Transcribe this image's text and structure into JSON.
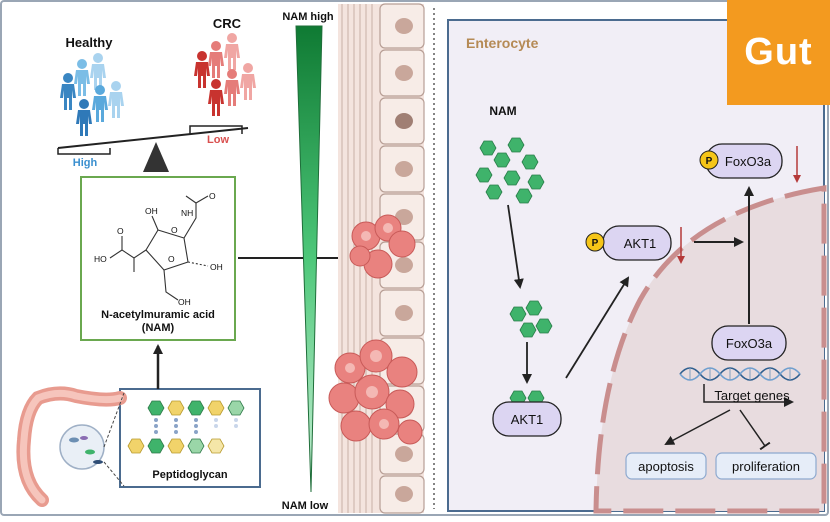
{
  "groups": {
    "healthy": "Healthy",
    "crc": "CRC",
    "high": "High",
    "low": "Low"
  },
  "molecule": {
    "name": "N-acetylmuramic acid",
    "abbr": "(NAM)",
    "atoms": {
      "oh1": "OH",
      "oh2": "OH",
      "oh3": "OH",
      "o1": "O",
      "o2": "O",
      "ho": "HO",
      "nh": "NH",
      "o3": "O",
      "o4": "O"
    }
  },
  "peptidoglycan": {
    "label": "Peptidoglycan"
  },
  "gradient": {
    "top": "NAM high",
    "bottom": "NAM low"
  },
  "cell": {
    "title": "Enterocyte",
    "nam": "NAM",
    "akt1": "AKT1",
    "akt1_p": "AKT1",
    "foxo3a_p": "FoxO3a",
    "foxo3a": "FoxO3a",
    "phospho": "P",
    "target_genes": "Target genes",
    "apoptosis": "apoptosis",
    "proliferation": "proliferation"
  },
  "badge": {
    "label": "Gut"
  },
  "colors": {
    "healthy_people": "#4fa3d6",
    "crc_people": "#d9504f",
    "nam_hex": "#3fb36b",
    "protein_fill": "#dcd5f2",
    "phospho": "#f5c518",
    "down_arrow": "#b53a3a",
    "cell_border": "#4b6b8f",
    "badge": "#f39a1f"
  }
}
